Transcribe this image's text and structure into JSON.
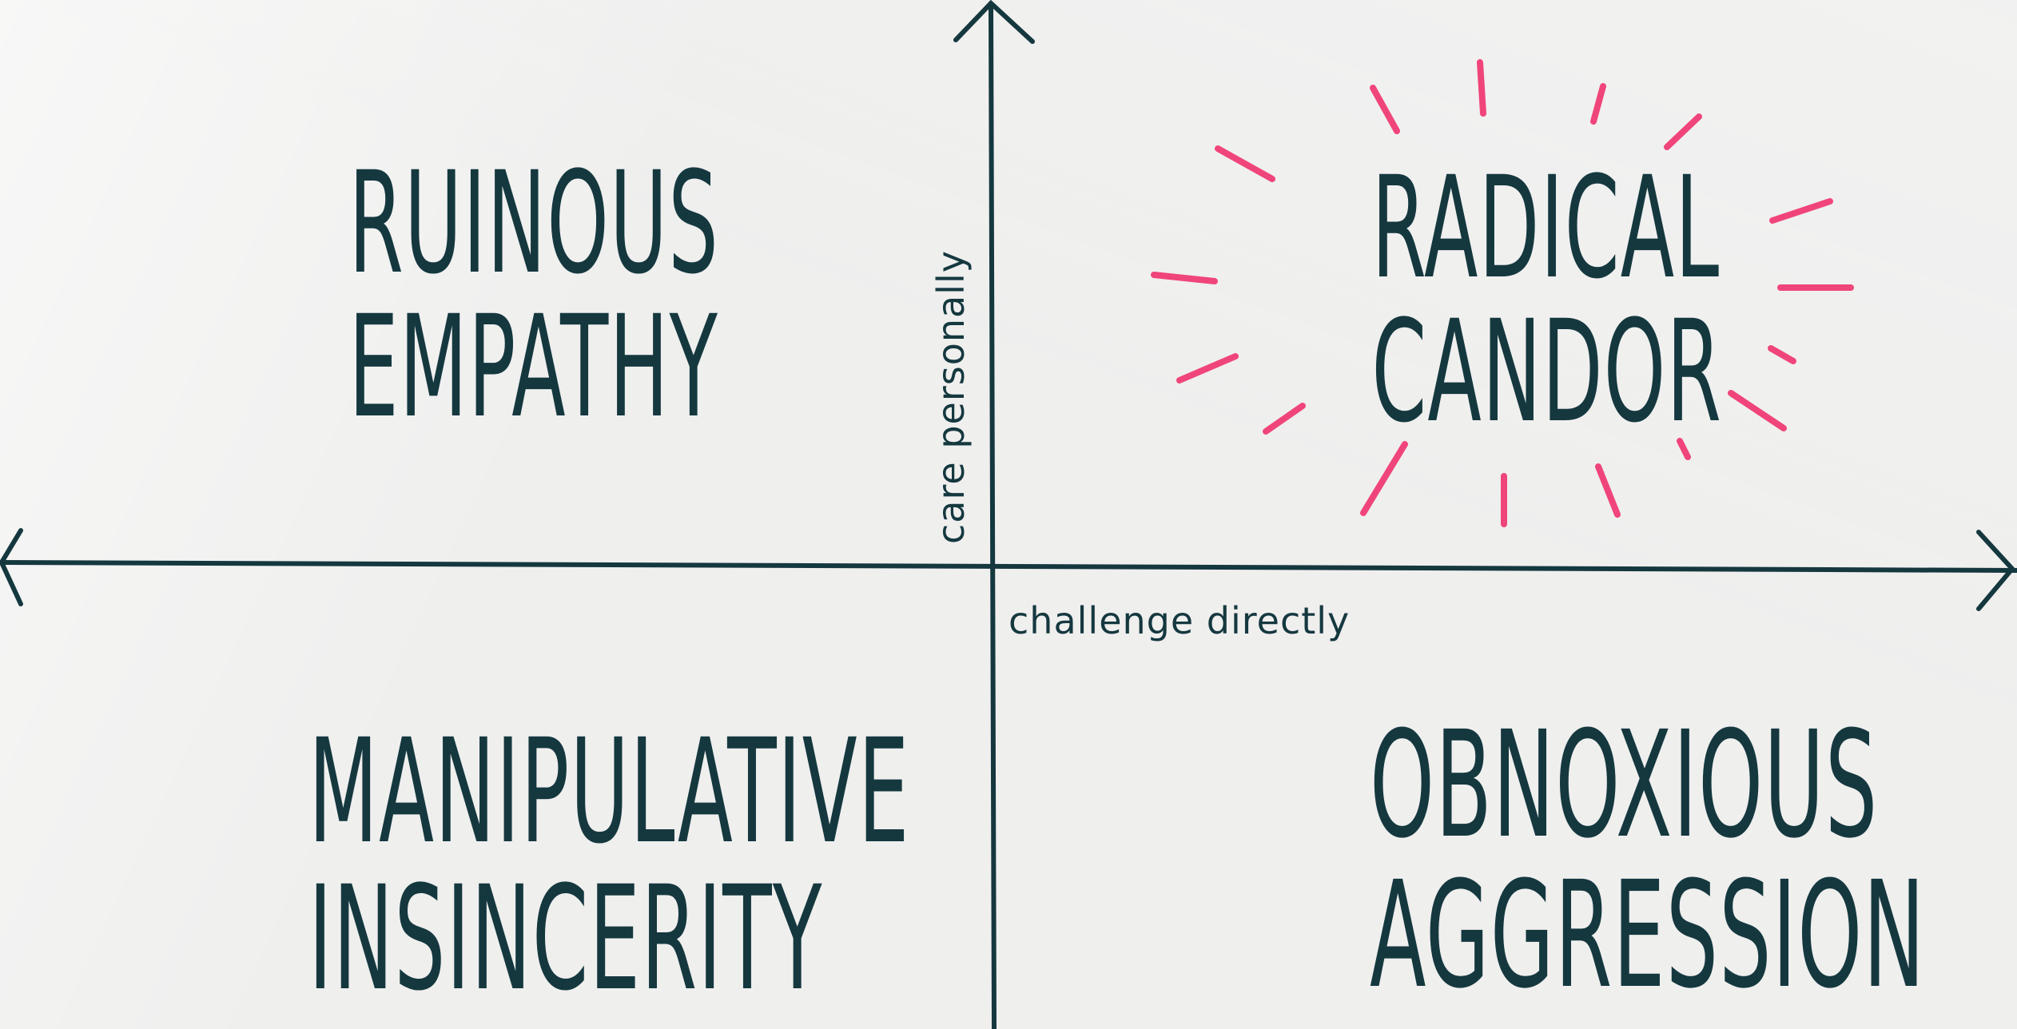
{
  "axes": {
    "vertical_label": "care personally",
    "horizontal_label": "challenge directly",
    "color": "#15383f"
  },
  "quadrants": {
    "top_left": {
      "line1": "RUINOUS",
      "line2": "EMPATHY"
    },
    "top_right": {
      "line1": "RADICAL",
      "line2": "CANDOR"
    },
    "bottom_left": {
      "line1": "MANIPULATIVE",
      "line2": "INSINCERITY"
    },
    "bottom_right": {
      "line1": "OBNOXIOUS",
      "line2": "AGGRESSION"
    }
  },
  "highlight": {
    "target": "top_right",
    "color": "#f0457a"
  }
}
